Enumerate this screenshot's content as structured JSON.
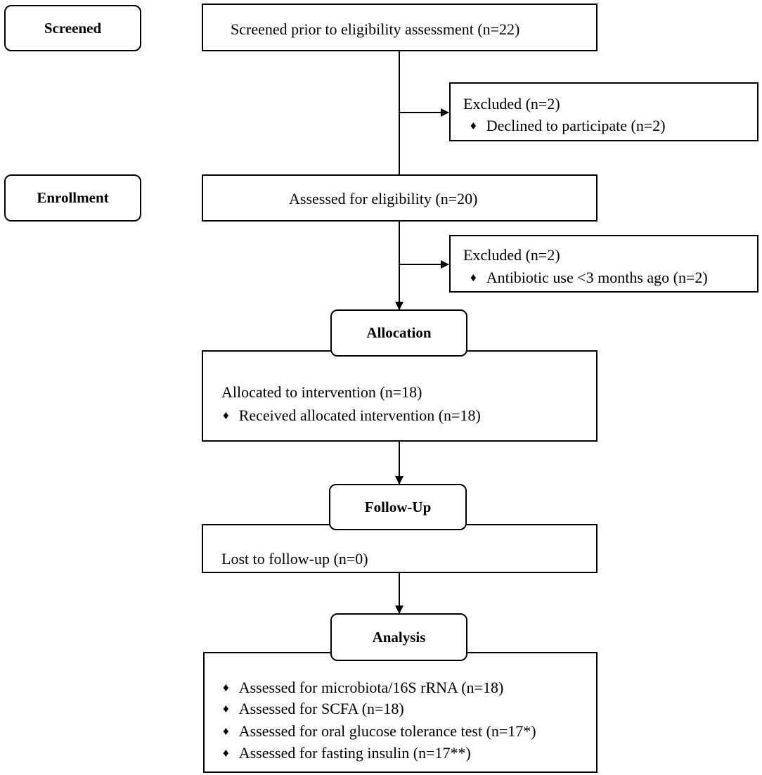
{
  "stages": {
    "screened": "Screened",
    "enrollment": "Enrollment",
    "allocation": "Allocation",
    "follow_up": "Follow-Up",
    "analysis": "Analysis"
  },
  "screened_box": {
    "text": "Screened prior to eligibility assessment (n=22)"
  },
  "excluded_1": {
    "title": "Excluded (n=2)",
    "items": [
      "Declined to participate (n=2)"
    ]
  },
  "eligibility_box": {
    "text": "Assessed for eligibility (n=20)"
  },
  "excluded_2": {
    "title": "Excluded (n=2)",
    "items": [
      "Antibiotic use <3 months ago (n=2)"
    ]
  },
  "allocation_box": {
    "title": "Allocated to intervention (n=18)",
    "items": [
      "Received allocated intervention (n=18)"
    ]
  },
  "followup_box": {
    "text": "Lost to follow-up (n=0)"
  },
  "analysis_box": {
    "items": [
      "Assessed for microbiota/16S rRNA (n=18)",
      "Assessed for SCFA (n=18)",
      "Assessed for oral glucose tolerance test (n=17*)",
      "Assessed for fasting insulin (n=17**)"
    ]
  },
  "bullet_glyph": "♦"
}
